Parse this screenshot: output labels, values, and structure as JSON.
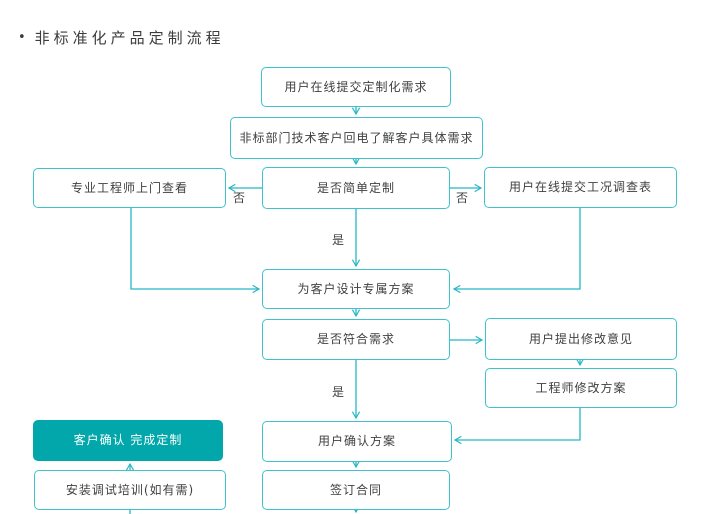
{
  "page": {
    "bullet": "•",
    "title": "非标准化产品定制流程"
  },
  "flowchart": {
    "nodes": {
      "submit_need": "用户在线提交定制化需求",
      "callback": "非标部门技术客户回电了解客户具体需求",
      "engineer_visit": "专业工程师上门查看",
      "is_simple": "是否简单定制",
      "survey": "用户在线提交工况调查表",
      "design": "为客户设计专属方案",
      "meets_need": "是否符合需求",
      "feedback": "用户提出修改意见",
      "revise": "工程师修改方案",
      "confirm_done": "客户确认 完成定制",
      "user_confirm": "用户确认方案",
      "install": "安装调试培训(如有需)",
      "contract": "签订合同"
    },
    "labels": {
      "no_left": "否",
      "no_right": "否",
      "yes_design": "是",
      "yes_confirm": "是"
    },
    "edges": [
      {
        "from": "submit_need",
        "to": "callback",
        "label": ""
      },
      {
        "from": "callback",
        "to": "is_simple",
        "label": ""
      },
      {
        "from": "is_simple",
        "to": "engineer_visit",
        "label": "否"
      },
      {
        "from": "is_simple",
        "to": "survey",
        "label": "否"
      },
      {
        "from": "is_simple",
        "to": "design",
        "label": "是"
      },
      {
        "from": "engineer_visit",
        "to": "design",
        "label": ""
      },
      {
        "from": "survey",
        "to": "design",
        "label": ""
      },
      {
        "from": "design",
        "to": "meets_need",
        "label": ""
      },
      {
        "from": "meets_need",
        "to": "feedback",
        "label": ""
      },
      {
        "from": "meets_need",
        "to": "user_confirm",
        "label": "是"
      },
      {
        "from": "feedback",
        "to": "revise",
        "label": ""
      },
      {
        "from": "revise",
        "to": "user_confirm",
        "label": ""
      },
      {
        "from": "user_confirm",
        "to": "contract",
        "label": ""
      },
      {
        "from": "install",
        "to": "confirm_done",
        "label": ""
      }
    ],
    "colors": {
      "node_border": "#3fc3ca",
      "connector": "#25b7c6",
      "accent_fill": "#02a7ab",
      "text": "#3f4040",
      "accent_text": "#ffffff"
    }
  }
}
